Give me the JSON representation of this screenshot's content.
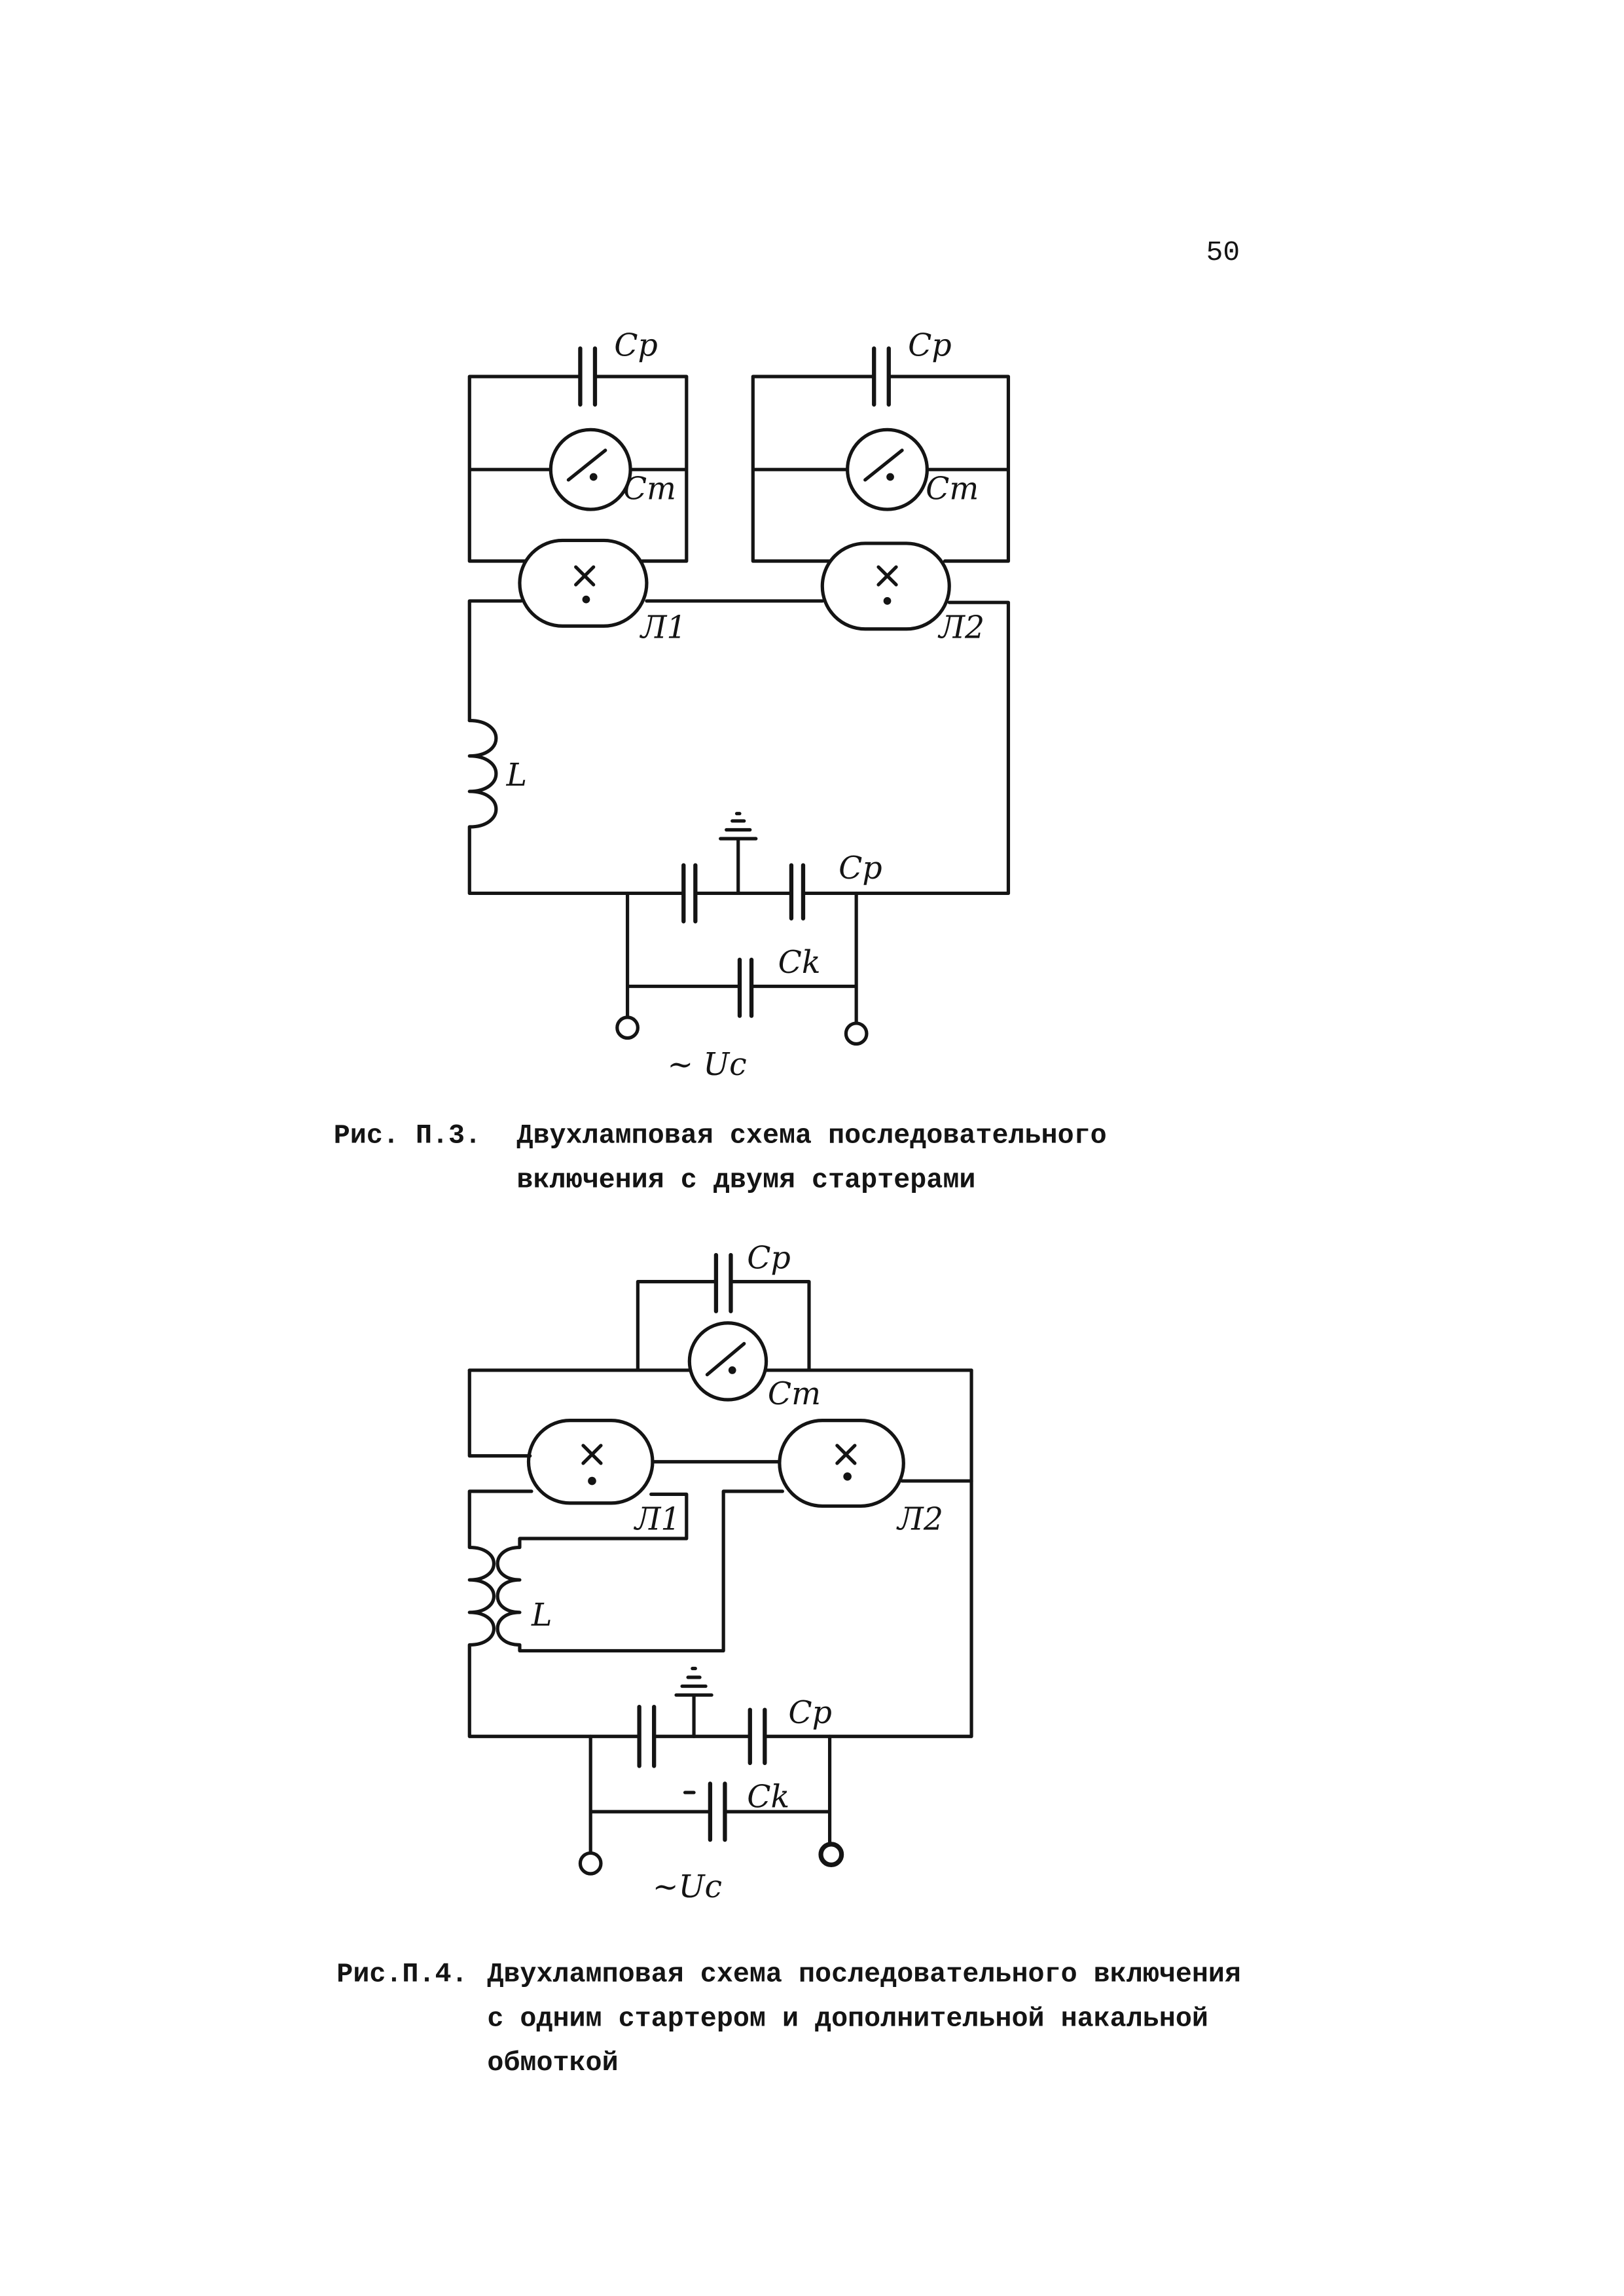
{
  "page_number": "50",
  "figures": [
    {
      "labels": {
        "cp_left": "Cp",
        "cm_left": "Cm",
        "cp_right": "Cp",
        "cm_right": "Cm",
        "lamp_1": "Л1",
        "lamp_2": "Л2",
        "inductor": "L",
        "cp_bottom": "Cp",
        "ck": "Ck",
        "source": "~ Uc"
      },
      "caption": {
        "number": "Рис. П.3.",
        "lines": [
          "Двухламповая схема последовательного",
          "включения с двумя стартерами"
        ]
      }
    },
    {
      "labels": {
        "cp_top": "Cp",
        "cm": "Cm",
        "lamp_1": "Л1",
        "lamp_2": "Л2",
        "inductor": "L",
        "cp_bottom": "Cp",
        "ck": "Ck",
        "source": "~Uc"
      },
      "caption": {
        "number": "Рис.П.4.",
        "lines": [
          "Двухламповая схема последовательного включения",
          "с одним стартером и дополнительной накальной",
          "обмоткой"
        ]
      }
    }
  ]
}
